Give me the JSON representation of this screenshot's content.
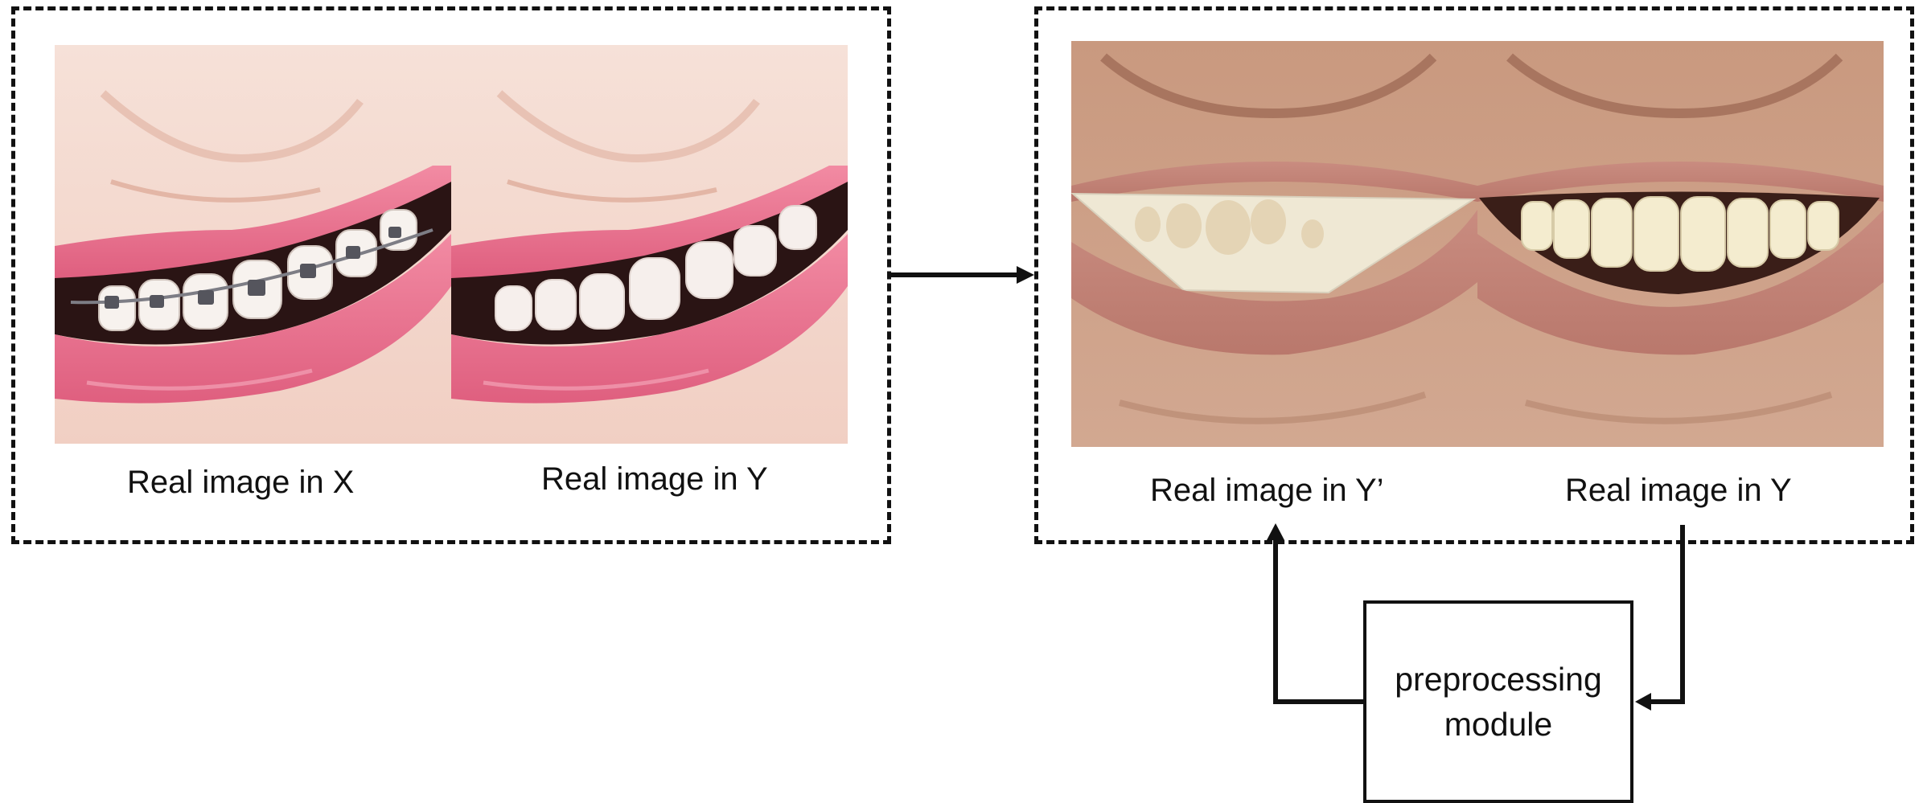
{
  "panels": {
    "left": {
      "images": [
        {
          "caption": "Real image in X",
          "icon": "braces-smile-photo"
        },
        {
          "caption": "Real image in Y",
          "icon": "edited-smile-photo"
        }
      ]
    },
    "right": {
      "images": [
        {
          "caption": "Real image in Y’",
          "icon": "mouth-mask-photo"
        },
        {
          "caption": "Real image in Y",
          "icon": "natural-smile-photo"
        }
      ]
    }
  },
  "module": {
    "label": "preprocessing\nmodule"
  },
  "colors": {
    "line": "#111111",
    "skin_light": "#f4d9cf",
    "lips_pink": "#e86f8a",
    "skin_tan": "#c89a82",
    "lips_tan": "#c07f74",
    "teeth": "#f3eede"
  }
}
